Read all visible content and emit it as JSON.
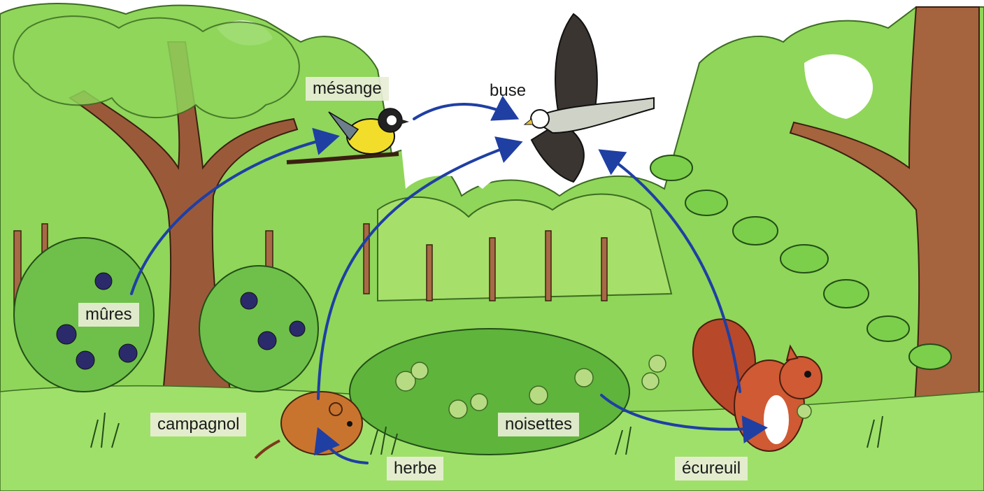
{
  "labels": {
    "mesange": "mésange",
    "buse": "buse",
    "mures": "mûres",
    "campagnol": "campagnol",
    "noisettes": "noisettes",
    "herbe": "herbe",
    "ecureuil": "écureuil"
  },
  "food_chain_links": [
    {
      "from": "mûres",
      "to": "mésange"
    },
    {
      "from": "mésange",
      "to": "buse"
    },
    {
      "from": "campagnol",
      "to": "buse"
    },
    {
      "from": "écureuil",
      "to": "buse"
    },
    {
      "from": "herbe",
      "to": "campagnol"
    },
    {
      "from": "noisettes",
      "to": "écureuil"
    }
  ],
  "colors": {
    "arrow": "#1f3fa3",
    "foliage": "#7ccf4a",
    "foliage_dark": "#4fa52e",
    "trunk": "#9a5a3a",
    "ground": "#8fd65a"
  },
  "icons": [
    "tit-bird-icon",
    "buzzard-icon",
    "vole-icon",
    "squirrel-icon",
    "blackberry-icon",
    "hazelnut-icon"
  ]
}
